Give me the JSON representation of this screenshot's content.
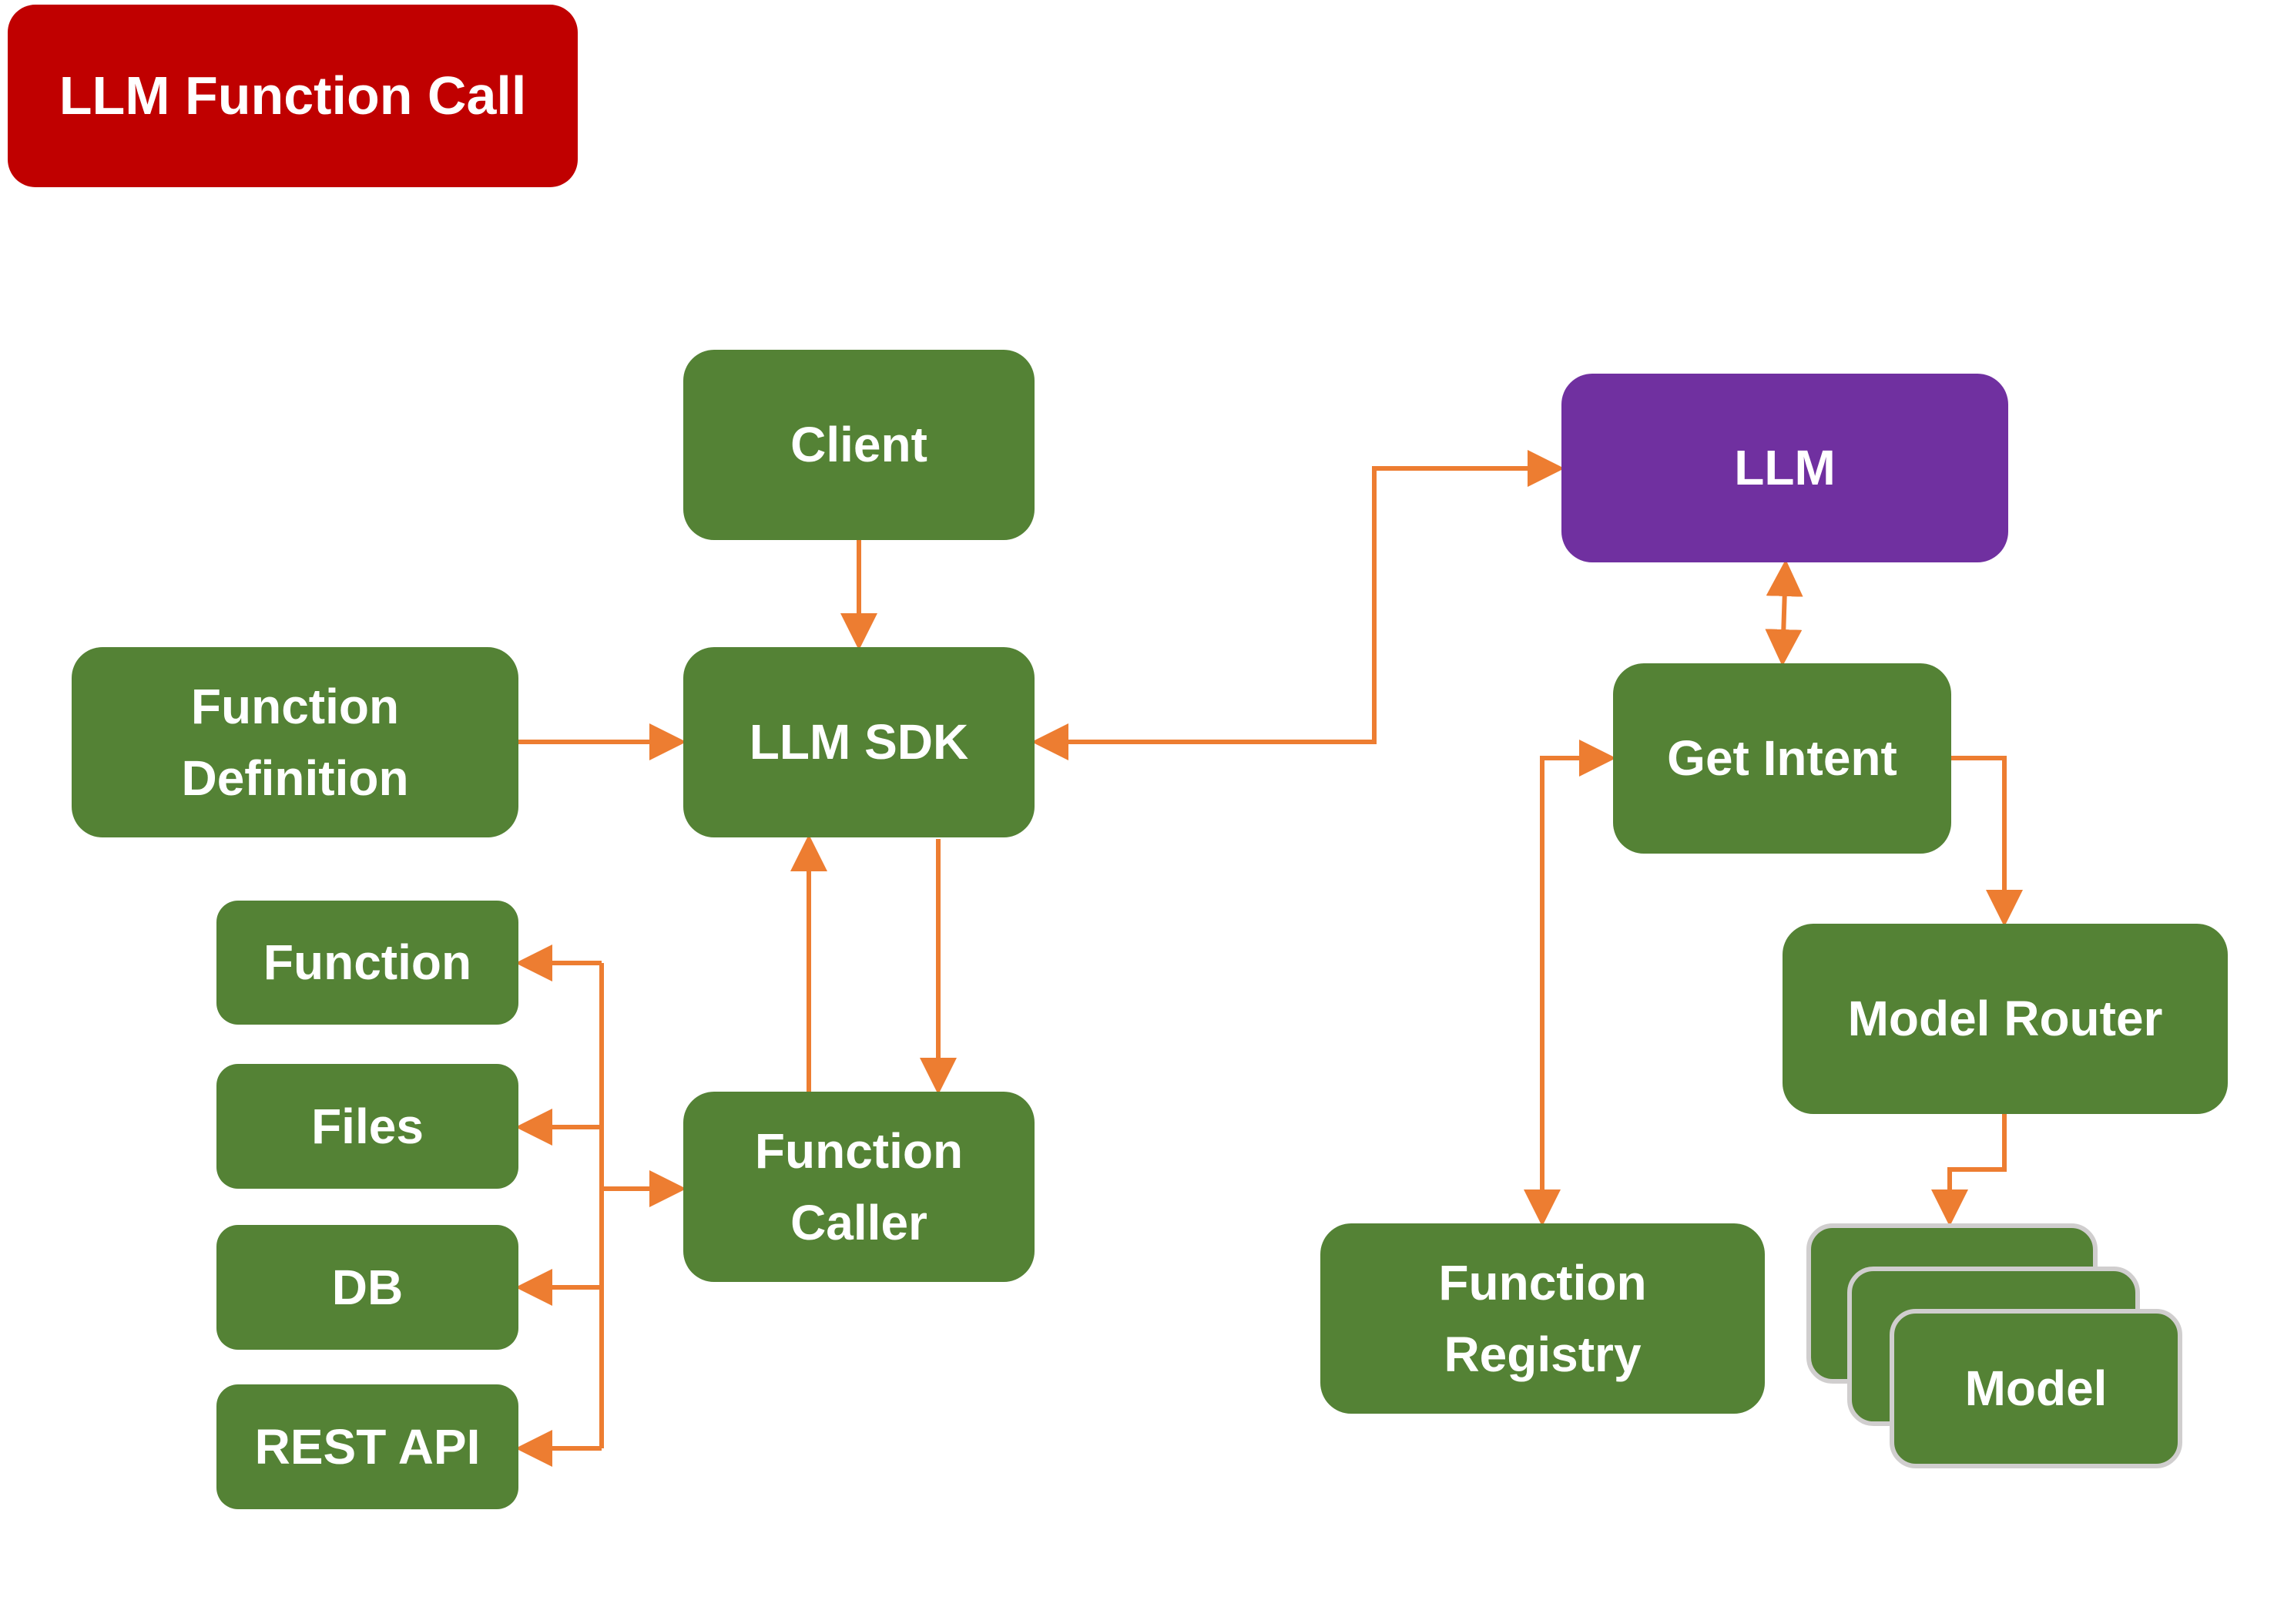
{
  "title": "LLM Function Call",
  "colors": {
    "node": "#548235",
    "llm": "#7030A0",
    "title": "#C00000",
    "arrow": "#ED7D31",
    "stack_border": "#D0CECE",
    "text": "#FFFFFF"
  },
  "nodes": {
    "client": "Client",
    "llm_sdk": "LLM SDK",
    "function_definition": "Function\nDefinition",
    "function_caller": "Function\nCaller",
    "function": "Function",
    "files": "Files",
    "db": "DB",
    "rest_api": "REST API",
    "llm": "LLM",
    "get_intent": "Get Intent",
    "model_router": "Model Router",
    "function_registry": "Function\nRegistry",
    "model": "Model"
  },
  "edges": [
    {
      "from": "Client",
      "to": "LLM SDK"
    },
    {
      "from": "Function Definition",
      "to": "LLM SDK"
    },
    {
      "from": "LLM SDK",
      "to": "LLM",
      "bidirectional": true
    },
    {
      "from": "LLM",
      "to": "Get Intent",
      "bidirectional": true
    },
    {
      "from": "Get Intent",
      "to": "Model Router"
    },
    {
      "from": "Model Router",
      "to": "Model"
    },
    {
      "from": "Function Registry",
      "to": "Get Intent",
      "bidirectional": true
    },
    {
      "from": "LLM SDK",
      "to": "Function Caller"
    },
    {
      "from": "Function Caller",
      "to": "LLM SDK"
    },
    {
      "from": "Function Caller",
      "to": "Function"
    },
    {
      "from": "Function Caller",
      "to": "Files"
    },
    {
      "from": "Function Caller",
      "to": "DB"
    },
    {
      "from": "Function Caller",
      "to": "REST API"
    }
  ]
}
